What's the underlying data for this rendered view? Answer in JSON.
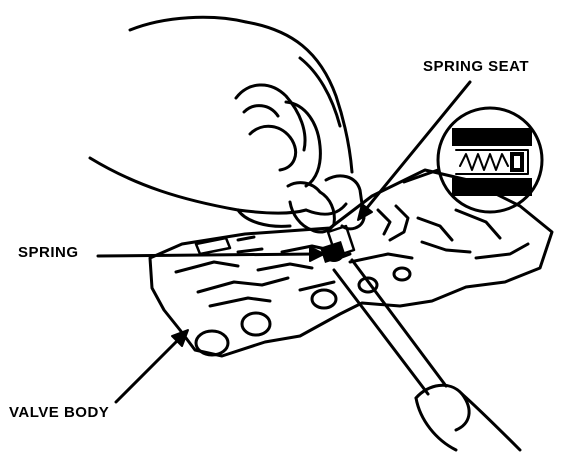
{
  "figure": {
    "labels": {
      "spring_seat": "SPRING SEAT",
      "spring": "SPRING",
      "valve_body": "VALVE BODY"
    },
    "colors": {
      "ink": "#000000",
      "paper": "#ffffff"
    }
  }
}
